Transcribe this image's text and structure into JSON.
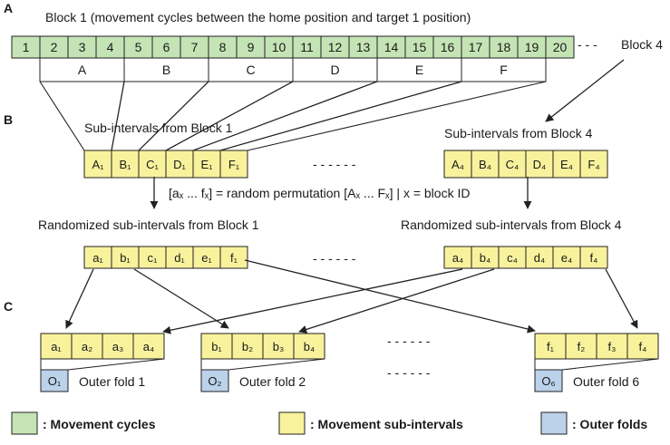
{
  "colors": {
    "green": "#c5e4b5",
    "yellow": "#f8f29c",
    "blue": "#bcd1ea",
    "stroke": "#222222",
    "background": "#ffffff"
  },
  "sections": {
    "a": "A",
    "b": "B",
    "c": "C"
  },
  "block1": {
    "title": "Block 1 (movement cycles between the home position and target 1 position)",
    "cycles": [
      "1",
      "2",
      "3",
      "4",
      "5",
      "6",
      "7",
      "8",
      "9",
      "10",
      "11",
      "12",
      "13",
      "14",
      "15",
      "16",
      "17",
      "18",
      "19",
      "20"
    ],
    "groups": [
      "A",
      "B",
      "C",
      "D",
      "E",
      "F"
    ],
    "block4_dash": "- - -",
    "block4_label": "Block 4"
  },
  "sub_intervals": {
    "block1_label": "Sub-intervals from Block 1",
    "block4_label": "Sub-intervals from Block 4",
    "block1_items": [
      "A₁",
      "B₁",
      "C₁",
      "D₁",
      "E₁",
      "F₁"
    ],
    "block4_items": [
      "A₄",
      "B₄",
      "C₄",
      "D₄",
      "E₄",
      "F₄"
    ],
    "dash": "- - - - - -"
  },
  "permutation_text": "[aₓ ... fₓ] = random permutation [Aₓ ... Fₓ] | x = block ID",
  "randomized": {
    "block1_label": "Randomized sub-intervals from Block 1",
    "block4_label": "Randomized sub-intervals from Block 4",
    "block1_items": [
      "a₁",
      "b₁",
      "c₁",
      "d₁",
      "e₁",
      "f₁"
    ],
    "block4_items": [
      "a₄",
      "b₄",
      "c₄",
      "d₄",
      "e₄",
      "f₄"
    ],
    "dash": "- - - - - -"
  },
  "folds": {
    "groups": [
      {
        "items": [
          "a₁",
          "a₂",
          "a₃",
          "a₄"
        ],
        "fold": "O₁",
        "label": "Outer fold 1"
      },
      {
        "items": [
          "b₁",
          "b₂",
          "b₃",
          "b₄"
        ],
        "fold": "O₂",
        "label": "Outer fold 2"
      },
      {
        "items": [
          "f₁",
          "f₂",
          "f₃",
          "f₄"
        ],
        "fold": "O₆",
        "label": "Outer fold 6"
      }
    ],
    "dash": "- - - - - -"
  },
  "legend": [
    {
      "label": ": Movement cycles",
      "color": "green"
    },
    {
      "label": ": Movement sub-intervals",
      "color": "yellow"
    },
    {
      "label": ": Outer folds",
      "color": "blue"
    }
  ]
}
